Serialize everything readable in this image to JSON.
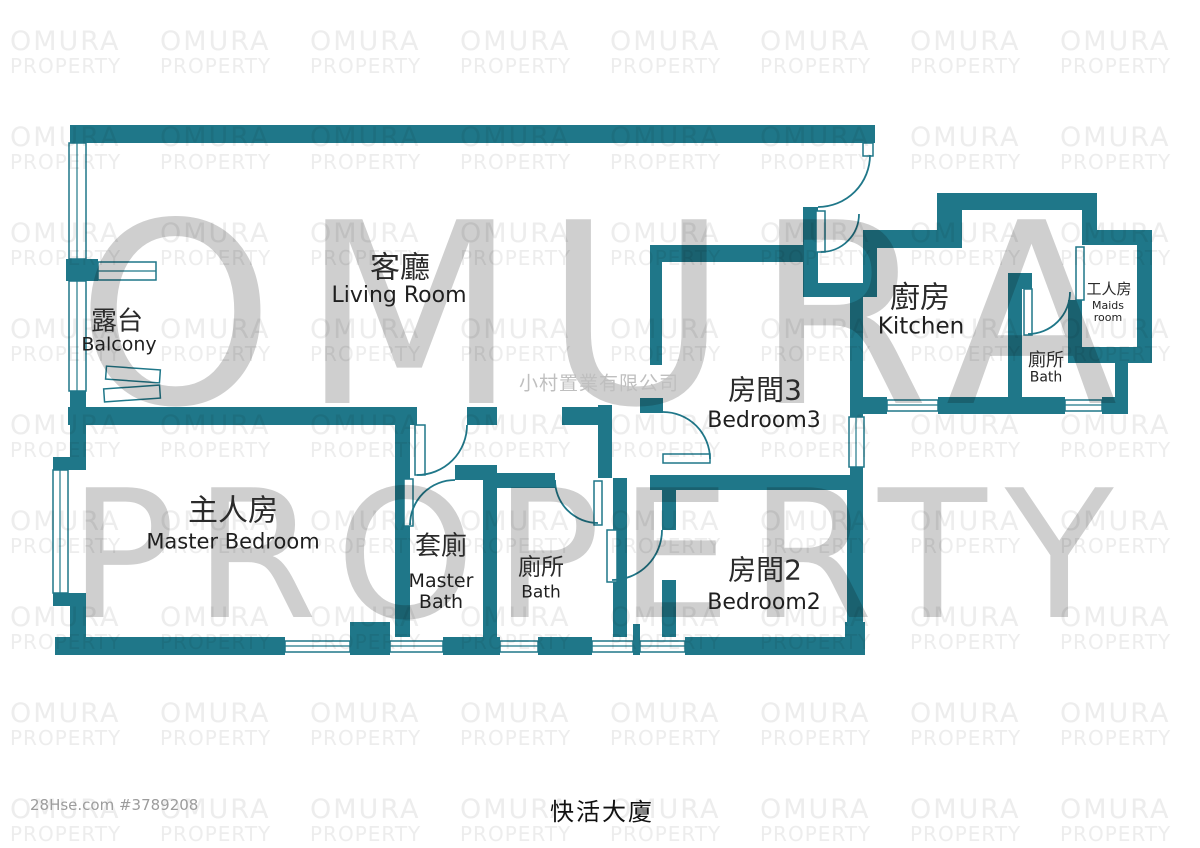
{
  "page": {
    "building_title": "快活大廈",
    "listing_ref": "28Hse.com #3789208"
  },
  "watermarks": {
    "brand_word1": "OMURA",
    "brand_word2": "PROPERTY",
    "company": "小村置業有限公司"
  },
  "colors": {
    "wall_teal": "#1f7789",
    "big_watermark_gray": "#cfcfcf",
    "tile_watermark_gray": "#ededed"
  },
  "rooms": {
    "balcony": {
      "zh": "露台",
      "en": "Balcony"
    },
    "living": {
      "zh": "客廳",
      "en": "Living Room"
    },
    "kitchen": {
      "zh": "廚房",
      "en": "Kitchen"
    },
    "maids": {
      "zh": "工人房",
      "en": "Maids room"
    },
    "bath_right": {
      "zh": "廁所",
      "en": "Bath"
    },
    "bedroom3": {
      "zh": "房間3",
      "en": "Bedroom3"
    },
    "master": {
      "zh": "主人房",
      "en": "Master Bedroom"
    },
    "master_bath": {
      "zh": "套廁",
      "en": "Master Bath"
    },
    "bath_mid": {
      "zh": "廁所",
      "en": "Bath"
    },
    "bedroom2": {
      "zh": "房間2",
      "en": "Bedroom2"
    }
  }
}
